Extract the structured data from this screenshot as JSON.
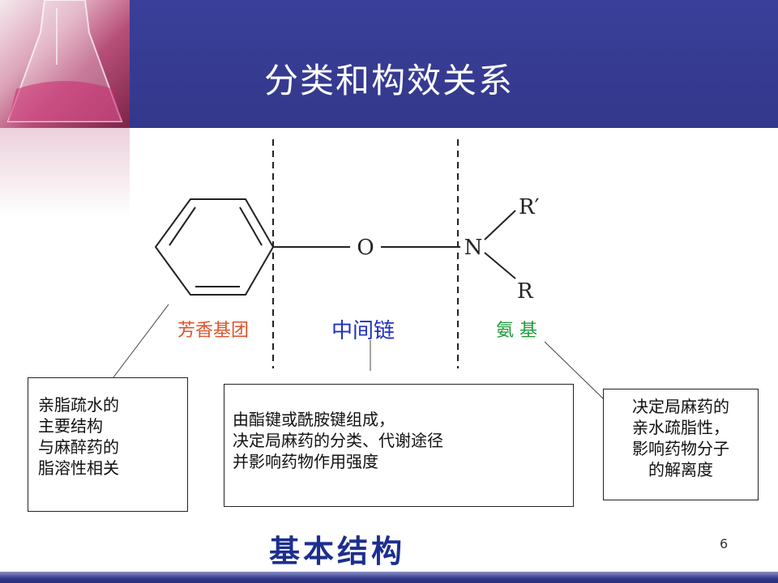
{
  "slide": {
    "title": "分类和构效关系",
    "subtitle": "基本结构",
    "page_number": "6"
  },
  "structure": {
    "atom_o": "O",
    "atom_n": "N",
    "r_prime": "R′",
    "r": "R"
  },
  "labels": {
    "aromatic": "芳香基团",
    "middle_chain": "中间链",
    "amino": "氨  基"
  },
  "boxes": {
    "left": [
      "亲脂疏水的",
      "主要结构",
      "与麻醉药的",
      "脂溶性相关"
    ],
    "middle": [
      "由酯键或酰胺键组成，",
      "决定局麻药的分类、代谢途径",
      "并影响药物作用强度"
    ],
    "right": [
      "决定局麻药的",
      "亲水疏脂性，",
      "影响药物分子",
      "的解离度"
    ]
  },
  "colors": {
    "header": "#34398c",
    "aromatic_label": "#e0522a",
    "middle_label": "#1f2fbf",
    "amino_label": "#1f9b3a",
    "subtitle": "#1c2f8f"
  }
}
